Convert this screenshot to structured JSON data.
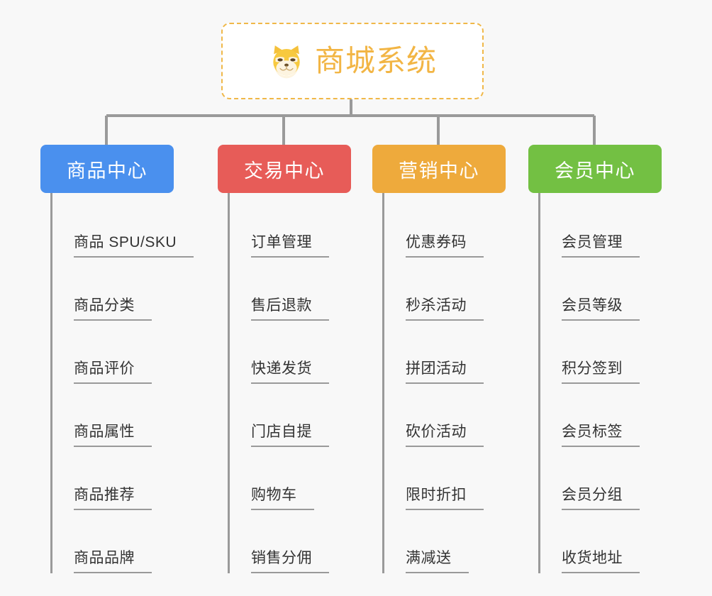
{
  "page": {
    "background_color": "#f8f8f8",
    "title": "商城系统"
  },
  "root": {
    "label": "商城系统",
    "icon": "shiba-dog-face-icon",
    "text_color": "#f2b544",
    "border_color": "#f0b849",
    "background_color": "#ffffff"
  },
  "connector": {
    "color": "#9a9a9a"
  },
  "branches": [
    {
      "label": "商品中心",
      "color": "#4a90ee",
      "items": [
        "商品 SPU/SKU",
        "商品分类",
        "商品评价",
        "商品属性",
        "商品推荐",
        "商品品牌"
      ]
    },
    {
      "label": "交易中心",
      "color": "#e75c58",
      "items": [
        "订单管理",
        "售后退款",
        "快递发货",
        "门店自提",
        "购物车",
        "销售分佣"
      ]
    },
    {
      "label": "营销中心",
      "color": "#eeaa3c",
      "items": [
        "优惠券码",
        "秒杀活动",
        "拼团活动",
        "砍价活动",
        "限时折扣",
        "满减送"
      ]
    },
    {
      "label": "会员中心",
      "color": "#73c043",
      "items": [
        "会员管理",
        "会员等级",
        "积分签到",
        "会员标签",
        "会员分组",
        "收货地址"
      ]
    }
  ]
}
